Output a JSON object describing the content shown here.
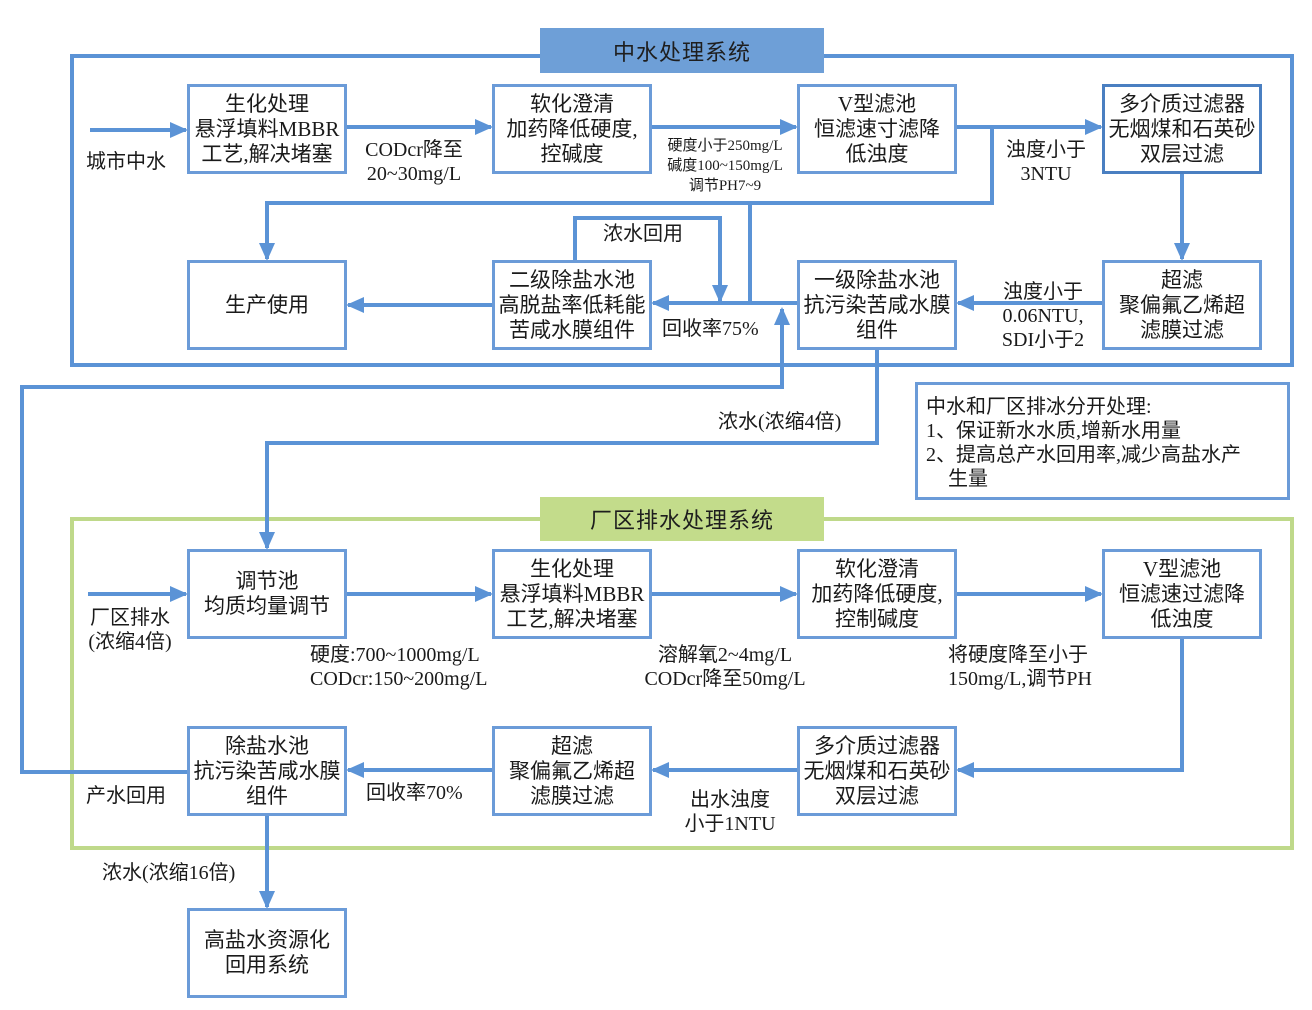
{
  "colors": {
    "flow_line": "#5b93d6",
    "box_border": "#6b9bd8",
    "reclaimed_title_fill": "#6e9fd7",
    "plant_frame": "#c3dc8b"
  },
  "reclaimed": {
    "title": "中水处理系统",
    "inlet_label": "城市中水",
    "boxes": {
      "biochem": [
        "生化处理",
        "悬浮填料MBBR",
        "工艺,解决堵塞"
      ],
      "softening": [
        "软化澄清",
        "加药降低硬度,",
        "控碱度"
      ],
      "v_filter": [
        "V型滤池",
        "恒滤速寸滤降",
        "低浊度"
      ],
      "multimedia": [
        "多介质过滤器",
        "无烟煤和石英砂",
        "双层过滤"
      ],
      "production": [
        "生产使用"
      ],
      "stage2_desal": [
        "二级除盐水池",
        "高脱盐率低耗能",
        "苦咸水膜组件"
      ],
      "stage1_desal": [
        "一级除盐水池",
        "抗污染苦咸水膜",
        "组件"
      ],
      "ultrafiltration": [
        "超滤",
        "聚偏氟乙烯超",
        "滤膜过滤"
      ]
    },
    "labels": {
      "codcr": [
        "CODcr降至",
        "20~30mg/L"
      ],
      "softening_out": [
        "硬度小于250mg/L",
        "碱度100~150mg/L",
        "调节PH7~9"
      ],
      "turbidity_3ntu": [
        "浊度小于",
        "3NTU"
      ],
      "concentrate_reuse": "浓水回用",
      "recovery_75": "回收率75%",
      "uf_out": [
        "浊度小于",
        "0.06NTU,",
        "SDI小于2"
      ],
      "concentrate_4x": "浓水(浓缩4倍)"
    }
  },
  "note": {
    "lines": [
      "中水和厂区排冰分开处理:",
      "1、保证新水水质,增新水用量",
      "2、提高总产水回用率,减少高盐水产",
      "生量"
    ]
  },
  "plant": {
    "title": "厂区排水处理系统",
    "inlet_label": [
      "厂区排水",
      "(浓缩4倍)"
    ],
    "boxes": {
      "equalization": [
        "调节池",
        "均质均量调节"
      ],
      "biochem": [
        "生化处理",
        "悬浮填料MBBR",
        "工艺,解决堵塞"
      ],
      "softening": [
        "软化澄清",
        "加药降低硬度,",
        "控制碱度"
      ],
      "v_filter": [
        "V型滤池",
        "恒滤速过滤降",
        "低浊度"
      ],
      "desal": [
        "除盐水池",
        "抗污染苦咸水膜",
        "组件"
      ],
      "ultrafiltration": [
        "超滤",
        "聚偏氟乙烯超",
        "滤膜过滤"
      ],
      "multimedia": [
        "多介质过滤器",
        "无烟煤和石英砂",
        "双层过滤"
      ]
    },
    "labels": {
      "inlet_quality": [
        "硬度:700~1000mg/L",
        "CODcr:150~200mg/L"
      ],
      "biochem_out": [
        "溶解氧2~4mg/L",
        "CODcr降至50mg/L"
      ],
      "softening_out": [
        "将硬度降至小于",
        "150mg/L,调节PH"
      ],
      "product_reuse": "产水回用",
      "recovery_70": "回收率70%",
      "mm_out": [
        "出水浊度",
        "小于1NTU"
      ],
      "concentrate_16x": "浓水(浓缩16倍)"
    }
  },
  "high_salt": {
    "box": [
      "高盐水资源化",
      "回用系统"
    ]
  }
}
